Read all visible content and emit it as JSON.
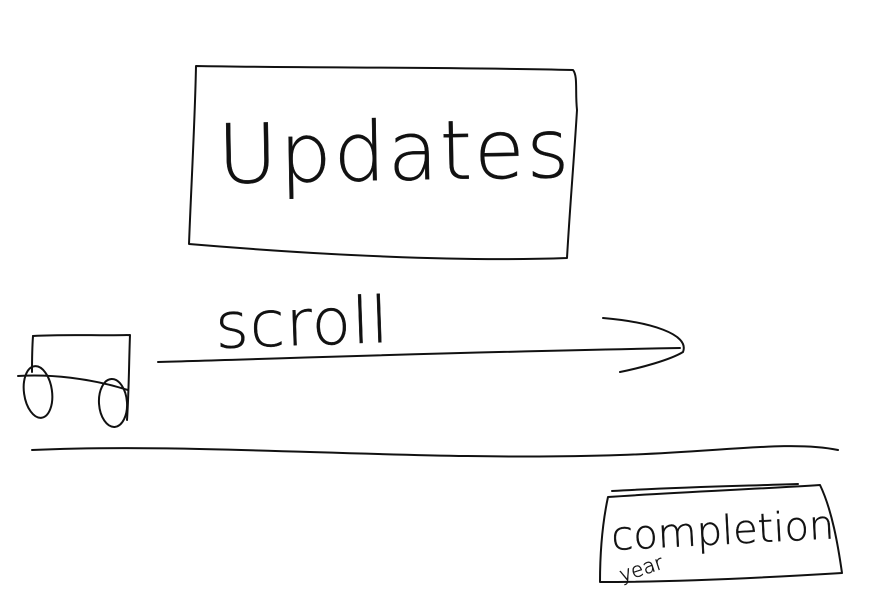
{
  "sketch": {
    "updates_label": "Updates",
    "scroll_label": "scroll",
    "completion_label": "completion",
    "year_label": "year"
  }
}
